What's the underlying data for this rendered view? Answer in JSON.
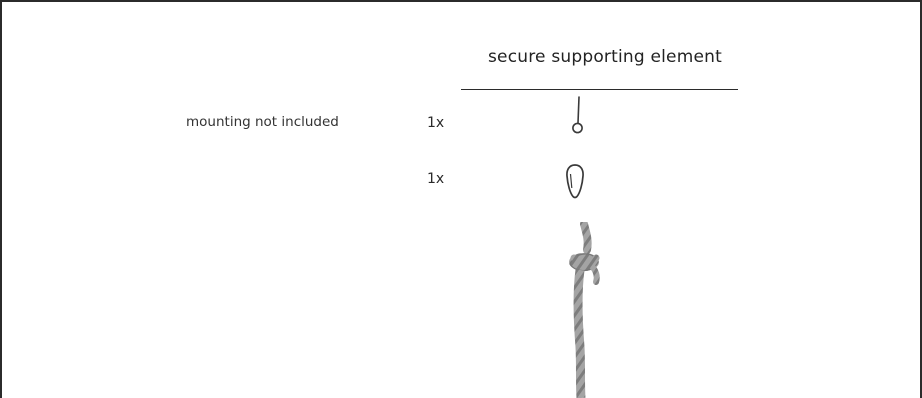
{
  "diagram": {
    "heading": "secure supporting element",
    "note": "mounting not included",
    "items": [
      {
        "quantity": "1x",
        "icon": "eye-hook-icon"
      },
      {
        "quantity": "1x",
        "icon": "carabiner-icon"
      }
    ],
    "illustration": {
      "icon": "rope-icon"
    }
  },
  "colors": {
    "line": "#2b2b2b",
    "text": "#2a2a2a",
    "rope": "#9a9a9a"
  }
}
